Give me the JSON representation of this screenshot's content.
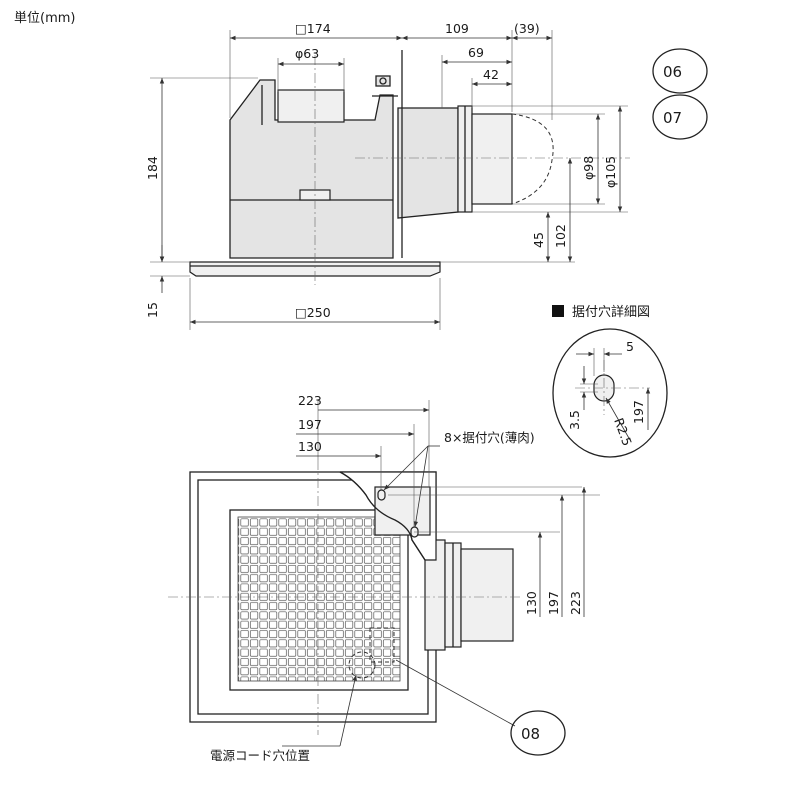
{
  "unit_label": "単位(mm)",
  "side_view": {
    "dims": {
      "body_width": "□174",
      "duct_offset": "109",
      "duct_extra": "(39)",
      "inner_diameter": "φ63",
      "depth_69": "69",
      "depth_42": "42",
      "height_184": "184",
      "flange_15": "15",
      "flange_width": "□250",
      "duct_inner": "φ98",
      "duct_outer": "φ105",
      "height_45": "45",
      "height_102": "102"
    },
    "bubbles": [
      "06",
      "07"
    ]
  },
  "detail": {
    "title": "据付穴詳細図",
    "dims": {
      "slot_5": "5",
      "slot_35": "3.5",
      "radius": "R2.5",
      "offset_197": "197"
    }
  },
  "plan_view": {
    "dims": {
      "top_223": "223",
      "top_197": "197",
      "top_130": "130",
      "right_130": "130",
      "right_197": "197",
      "right_223": "223"
    },
    "holes_label": "8×据付穴(薄肉)",
    "cord_label": "電源コード穴位置",
    "bubble": "08"
  }
}
